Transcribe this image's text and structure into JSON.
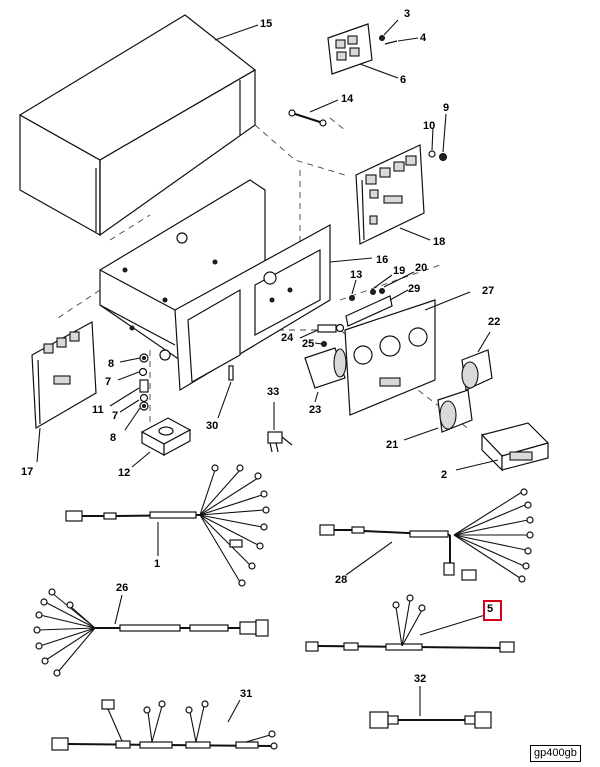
{
  "callouts": {
    "c1": "1",
    "c2": "2",
    "c3": "3",
    "c4": "4",
    "c5": "5",
    "c6": "6",
    "c7a": "7",
    "c7b": "7",
    "c8a": "8",
    "c8b": "8",
    "c9": "9",
    "c10": "10",
    "c11": "11",
    "c12": "12",
    "c13": "13",
    "c14": "14",
    "c15": "15",
    "c16": "16",
    "c17": "17",
    "c18": "18",
    "c19": "19",
    "c20": "20",
    "c21": "21",
    "c22": "22",
    "c23": "23",
    "c24": "24",
    "c25": "25",
    "c26": "26",
    "c27": "27",
    "c28": "28",
    "c29": "29",
    "c30": "30",
    "c31": "31",
    "c32": "32",
    "c33": "33"
  },
  "highlighted_callout": "5",
  "highlight_color": "#d6001c",
  "diagram_code": "gp400gb"
}
